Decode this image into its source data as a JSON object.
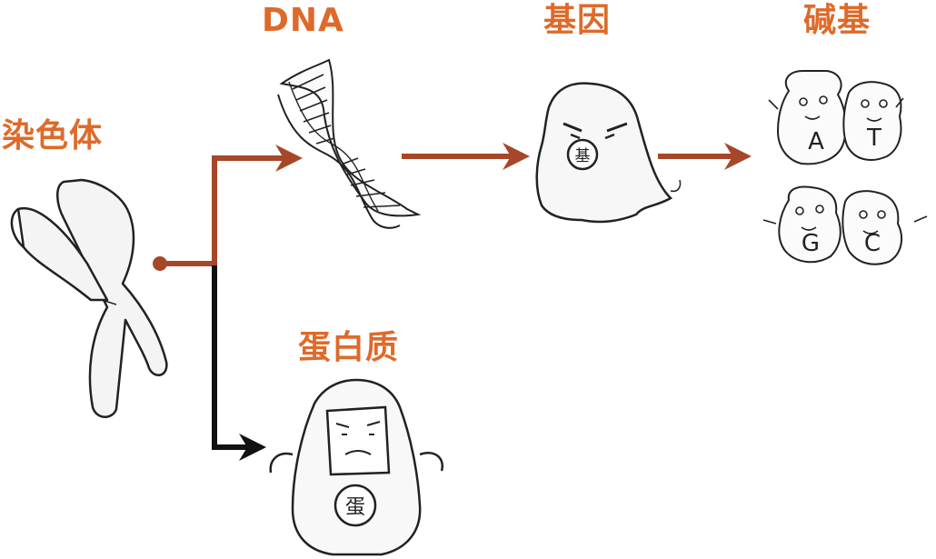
{
  "labels": {
    "chromosome": "染色体",
    "dna": "DNA",
    "gene": "基因",
    "base": "碱基",
    "protein": "蛋白质"
  },
  "badges": {
    "gene": "基",
    "protein": "蛋"
  },
  "bases": [
    "A",
    "T",
    "G",
    "C"
  ],
  "colors": {
    "accent": "#de6a2a",
    "arrow_brown": "#a6472a",
    "arrow_black": "#111111",
    "ink": "#222222"
  },
  "icons": [
    "chromosome-icon",
    "dna-helix-icon",
    "gene-ghost-icon",
    "base-creatures-icon",
    "protein-creature-icon"
  ]
}
